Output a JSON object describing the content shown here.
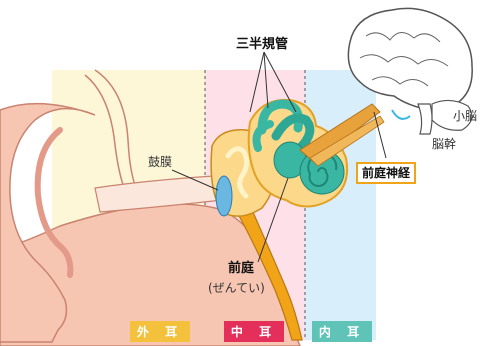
{
  "labels": {
    "semicircular_canals": "三半規管",
    "eardrum": "鼓膜",
    "vestibule": "前庭",
    "vestibule_reading": "(ぜんてい)",
    "vestibular_nerve": "前庭神経",
    "brainstem": "脳幹",
    "cerebellum": "小脳"
  },
  "zones": [
    {
      "label": "外 耳",
      "color": "#f4c13c",
      "bg": "#fdf7d8"
    },
    {
      "label": "中 耳",
      "color": "#e42f5b",
      "bg": "#fde0e8"
    },
    {
      "label": "内 耳",
      "color": "#5fc3b8",
      "bg": "#d9eefb"
    }
  ],
  "colors": {
    "skin": "#f7c6b2",
    "ear_outline": "#c9836f",
    "canals": "#3ab7a2",
    "nerve": "#e8a23c",
    "brain": "#ffffff"
  }
}
